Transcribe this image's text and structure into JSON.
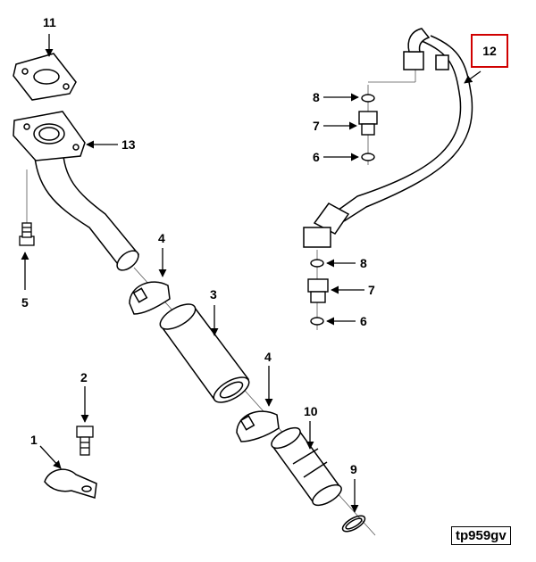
{
  "callouts": {
    "c11": "11",
    "c13": "13",
    "c5": "5",
    "c4a": "4",
    "c3": "3",
    "c4b": "4",
    "c2": "2",
    "c1": "1",
    "c10": "10",
    "c9": "9",
    "c12": "12",
    "c8a": "8",
    "c7a": "7",
    "c6a": "6",
    "c8b": "8",
    "c7b": "7",
    "c6b": "6"
  },
  "reference_code": "tp959gv",
  "highlight_color": "#d00000"
}
